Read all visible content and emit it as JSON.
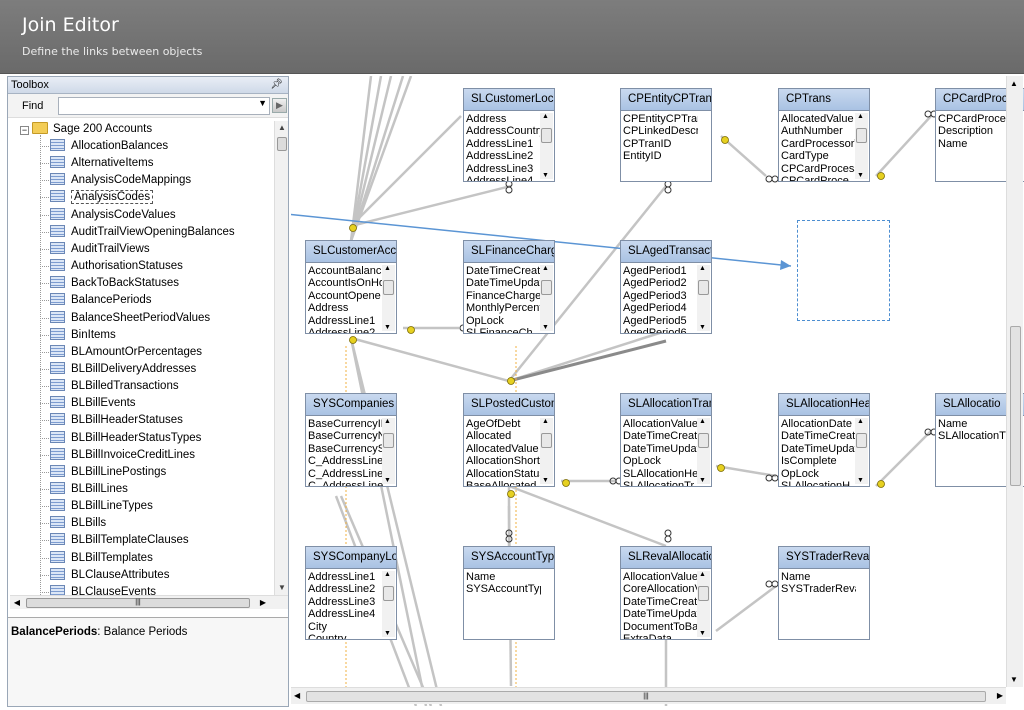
{
  "header": {
    "title": "Join Editor",
    "subtitle": "Define the links between objects"
  },
  "toolbox": {
    "title": "Toolbox",
    "pin_icon": "pin-icon",
    "find_label": "Find",
    "find_value": "",
    "root": "Sage 200 Accounts",
    "items": [
      "AllocationBalances",
      "AlternativeItems",
      "AnalysisCodeMappings",
      "AnalysisCodes",
      "AnalysisCodeValues",
      "AuditTrailViewOpeningBalances",
      "AuditTrailViews",
      "AuthorisationStatuses",
      "BackToBackStatuses",
      "BalancePeriods",
      "BalanceSheetPeriodValues",
      "BinItems",
      "BLAmountOrPercentages",
      "BLBillDeliveryAddresses",
      "BLBilledTransactions",
      "BLBillEvents",
      "BLBillHeaderStatuses",
      "BLBillHeaderStatusTypes",
      "BLBillInvoiceCreditLines",
      "BLBillLinePostings",
      "BLBillLines",
      "BLBillLineTypes",
      "BLBills",
      "BLBillTemplateClauses",
      "BLBillTemplates",
      "BLClauseAttributes",
      "BLClauseEvents"
    ],
    "selected_index": 3,
    "description_name": "BalancePeriods",
    "description_text": ": Balance Periods"
  },
  "entities": [
    {
      "name": "SLCustomerLocati",
      "fields": [
        "Address",
        "AddressCountry",
        "AddressLine1",
        "AddressLine2",
        "AddressLine3",
        "AddressLine4"
      ]
    },
    {
      "name": "CPEntityCPTrans",
      "fields": [
        "CPEntityCPTranID",
        "CPLinkedDescripto",
        "CPTranID",
        "EntityID"
      ]
    },
    {
      "name": "CPTrans",
      "fields": [
        "AllocatedValue",
        "AuthNumber",
        "CardProcessorT",
        "CardType",
        "CPCardProcess",
        "CPCardProce"
      ]
    },
    {
      "name": "CPCardProc",
      "fields": [
        "CPCardProce",
        "Description",
        "Name"
      ]
    },
    {
      "name": "SLCustomerAccou",
      "fields": [
        "AccountBalanc",
        "AccountIsOnHo",
        "AccountOpene",
        "Address",
        "AddressLine1",
        "AddressLine2"
      ]
    },
    {
      "name": "SLFinanceCharge",
      "fields": [
        "DateTimeCreate",
        "DateTimeUpdat",
        "FinanceCharge",
        "MonthlyPercent",
        "OpLock",
        "SLFinanceCh"
      ]
    },
    {
      "name": "SLAgedTransactio",
      "fields": [
        "AgedPeriod1",
        "AgedPeriod2",
        "AgedPeriod3",
        "AgedPeriod4",
        "AgedPeriod5",
        "AgedPeriod6"
      ]
    },
    {
      "name": "SYSCompanies",
      "fields": [
        "BaseCurrencyID",
        "BaseCurrencyN",
        "BaseCurrencyS",
        "C_AddressLine1",
        "C_AddressLine2",
        "C_AddressLine3"
      ]
    },
    {
      "name": "SLPostedCustome",
      "fields": [
        "AgeOfDebt",
        "Allocated",
        "AllocatedValue",
        "AllocationShort",
        "AllocationStatus",
        "BaseAllocated"
      ]
    },
    {
      "name": "SLAllocationTrans",
      "fields": [
        "AllocationValue",
        "DateTimeCreate",
        "DateTimeUpdat",
        "OpLock",
        "SLAllocationHe",
        "SLAllocationTr"
      ]
    },
    {
      "name": "SLAllocationHead",
      "fields": [
        "AllocationDate",
        "DateTimeCreate",
        "DateTimeUpdat",
        "IsComplete",
        "OpLock",
        "SLAllocationH"
      ]
    },
    {
      "name": "SLAllocatio",
      "fields": [
        "Name",
        "SLAllocationT"
      ]
    },
    {
      "name": "SYSCompanyLoca",
      "fields": [
        "AddressLine1",
        "AddressLine2",
        "AddressLine3",
        "AddressLine4",
        "City",
        "Country"
      ]
    },
    {
      "name": "SYSAccountType",
      "fields": [
        "Name",
        "SYSAccountTypeI"
      ]
    },
    {
      "name": "SLRevalAllocation",
      "fields": [
        "AllocationValue",
        "CoreAllocationV",
        "DateTimeCreate",
        "DateTimeUpdat",
        "DocumentToBa",
        "ExtraData"
      ]
    },
    {
      "name": "SYSTraderRevalA",
      "fields": [
        "Name",
        "SYSTraderRevalAll"
      ]
    }
  ],
  "colors": {
    "header_bg": "#737373",
    "entity_header": "#b5cbe8",
    "drag_line": "#5b95d4",
    "key_icon": "#e8d21a"
  }
}
